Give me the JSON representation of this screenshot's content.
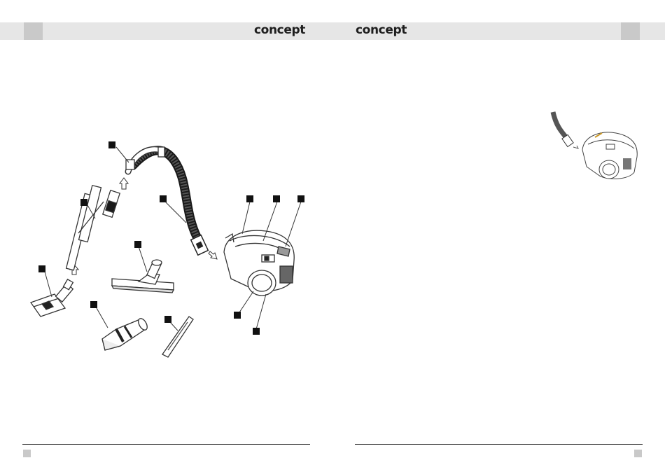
{
  "header": {
    "logo_left": "concept",
    "logo_right": "concept"
  },
  "figure": {
    "callout_count": 11
  }
}
